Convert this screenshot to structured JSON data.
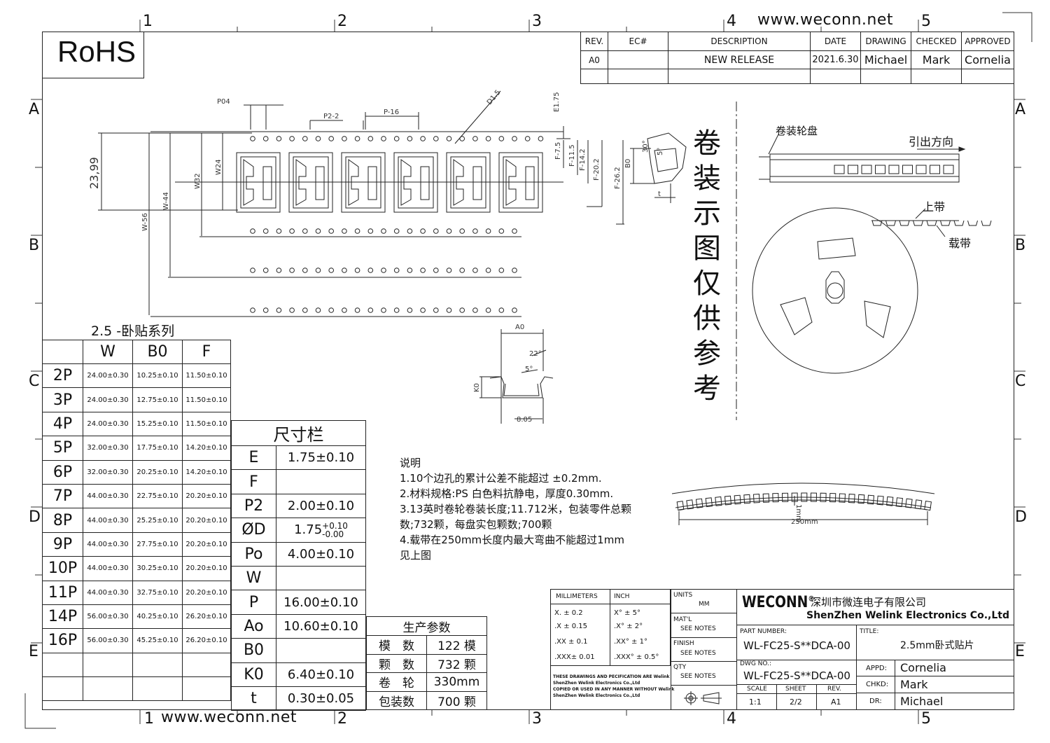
{
  "website": "www.weconn.net",
  "rohs": "RoHS",
  "zones": {
    "top": [
      "1",
      "2",
      "3",
      "4",
      "5"
    ],
    "side": [
      "A",
      "B",
      "C",
      "D",
      "E"
    ]
  },
  "revision": {
    "headers": [
      "REV.",
      "EC#",
      "DESCRIPTION",
      "DATE",
      "DRAWING",
      "CHECKED",
      "APPROVED"
    ],
    "row": [
      "A0",
      "",
      "NEW RELEASE",
      "2021.6.30",
      "Michael",
      "Mark",
      "Cornelia"
    ]
  },
  "drawing_labels": {
    "p04": "P04",
    "p2_2": "P2-2",
    "p_16": "P-16",
    "d1_5": "D1.5",
    "e1_75": "E1.75",
    "dim_2399": "23,99",
    "w56": "W-56",
    "w44": "W-44",
    "w32": "W32",
    "w24": "W24",
    "f75": "F-7.5",
    "f115": "F-11.5",
    "f142": "F-14.2",
    "f202": "F-20.2",
    "f262": "F-26.2",
    "b0": "B0",
    "t": "t",
    "deg30": "30°",
    "deg5": "5°",
    "a0": "A0",
    "deg22": "22°",
    "deg5b": "5°",
    "k0": "K0",
    "d806": "8.05",
    "w1mm": "1mm",
    "w250": "250mm"
  },
  "reel_title": [
    "卷",
    "装",
    "示",
    "图",
    "仅",
    "供",
    "参",
    "考"
  ],
  "reel_labels": {
    "reel": "卷装轮盘",
    "direction": "引出方向",
    "top_tape": "上带",
    "carrier": "载带"
  },
  "series": {
    "title": "2.5 -卧贴系列",
    "headers": [
      "",
      "W",
      "B0",
      "F"
    ],
    "rows": [
      [
        "2P",
        "24.00±0.30",
        "10.25±0.10",
        "11.50±0.10"
      ],
      [
        "3P",
        "24.00±0.30",
        "12.75±0.10",
        "11.50±0.10"
      ],
      [
        "4P",
        "24.00±0.30",
        "15.25±0.10",
        "11.50±0.10"
      ],
      [
        "5P",
        "32.00±0.30",
        "17.75±0.10",
        "14.20±0.10"
      ],
      [
        "6P",
        "32.00±0.30",
        "20.25±0.10",
        "14.20±0.10"
      ],
      [
        "7P",
        "44.00±0.30",
        "22.75±0.10",
        "20.20±0.10"
      ],
      [
        "8P",
        "44.00±0.30",
        "25.25±0.10",
        "20.20±0.10"
      ],
      [
        "9P",
        "44.00±0.30",
        "27.75±0.10",
        "20.20±0.10"
      ],
      [
        "10P",
        "44.00±0.30",
        "30.25±0.10",
        "20.20±0.10"
      ],
      [
        "11P",
        "44.00±0.30",
        "32.75±0.10",
        "20.20±0.10"
      ],
      [
        "14P",
        "56.00±0.30",
        "40.25±0.10",
        "26.20±0.10"
      ],
      [
        "16P",
        "56.00±0.30",
        "45.25±0.10",
        "26.20±0.10"
      ],
      [
        "",
        "",
        "",
        ""
      ],
      [
        "",
        "",
        "",
        ""
      ]
    ]
  },
  "dims": {
    "title": "尺寸栏",
    "rows": [
      [
        "E",
        "1.75±0.10"
      ],
      [
        "F",
        ""
      ],
      [
        "P2",
        "2.00±0.10"
      ],
      [
        "ØD",
        "1.75"
      ],
      [
        "Po",
        "4.00±0.10"
      ],
      [
        "W",
        ""
      ],
      [
        "P",
        "16.00±0.10"
      ],
      [
        "Ao",
        "10.60±0.10"
      ],
      [
        "B0",
        ""
      ],
      [
        "K0",
        "6.40±0.10"
      ],
      [
        "t",
        "0.30±0.05"
      ]
    ],
    "od_tol_plus": "+0.10",
    "od_tol_minus": "-0.00"
  },
  "production": {
    "title": "生产参数",
    "rows": [
      [
        "模　数",
        "122 模"
      ],
      [
        "颗　数",
        "732 颗"
      ],
      [
        "卷　轮",
        "330mm"
      ],
      [
        "包装数",
        "700 颗"
      ]
    ]
  },
  "notes": {
    "title": "说明",
    "lines": [
      "1.10个边孔的累计公差不能超过 ±0.2mm.",
      "2.材料规格:PS 白色料抗静电，厚度0.30mm.",
      "3.13英时卷轮卷装长度;11.712米，包装零件总颗",
      "数;732颗，每盘实包颗数;700颗",
      "4.载带在250mm长度内最大弯曲不能超过1mm",
      "见上图"
    ]
  },
  "tolerance": {
    "mm_head": "MILLIMETERS",
    "inch_head": "INCH",
    "mm": [
      "X.  ±  0.2",
      ".X  ± 0.15",
      ".XX ± 0.1",
      ".XXX± 0.01"
    ],
    "inch": [
      "X°  ±  5°",
      ".X°  ± 2°",
      ".XX° ± 1°",
      ".XXX° ± 0.5°"
    ],
    "disclaimer": [
      "THESE DRAWINGS AND PECIFICATION  ARE Welink",
      "ShenZhen Welink Electronics Co.,Ltd",
      " COPIED OR USED IN ANY MANNER WITHOUT Welink",
      "ShenZhen Welink Electronics Co.,Ltd"
    ]
  },
  "mid_col": {
    "units_label": "UNITS",
    "units": "MM",
    "mat_label": "MAT'L",
    "mat": "SEE NOTES",
    "finish_label": "FINISH",
    "finish": "SEE NOTES",
    "qty_label": "QTY",
    "qty": "SEE NOTES"
  },
  "title_block": {
    "brand": "WECONN",
    "reg": "®",
    "company_cn": "深圳市微连电子有限公司",
    "company_en": "ShenZhen Welink Electronics Co.,Ltd",
    "part_label": "PART NUMBER:",
    "part": "WL-FC25-S**DCA-00",
    "title_label": "TITLE:",
    "title": "2.5mm卧式贴片",
    "dwg_label": "DWG NO.:",
    "dwg": "WL-FC25-S**DCA-00",
    "scale_label": "SCALE",
    "scale": "1:1",
    "sheet_label": "SHEET",
    "sheet": "2/2",
    "rev_label": "REV.",
    "rev": "A1",
    "appd_label": "APPD:",
    "appd": "Cornelia",
    "chkd_label": "CHKD:",
    "chkd": "Mark",
    "dr_label": "DR:",
    "dr": "Michael"
  }
}
